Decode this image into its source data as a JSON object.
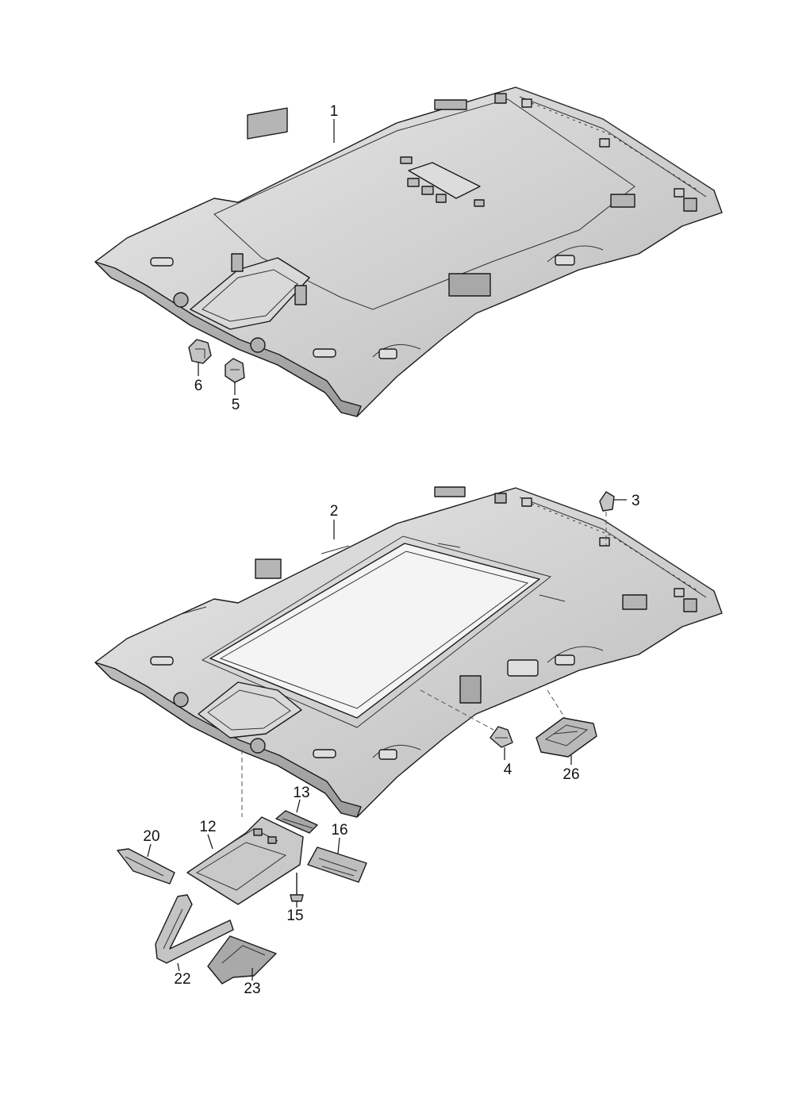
{
  "colors": {
    "part_fill": "#c7c7c7",
    "part_light": "#e3e3e3",
    "part_dark": "#9c9c9c",
    "outline": "#1a1a1a"
  },
  "callouts": {
    "p1": "1",
    "p2": "2",
    "p3": "3",
    "p4": "4",
    "p5": "5",
    "p6": "6",
    "p12": "12",
    "p13": "13",
    "p15": "15",
    "p16": "16",
    "p20": "20",
    "p22": "22",
    "p23": "23",
    "p26": "26"
  }
}
